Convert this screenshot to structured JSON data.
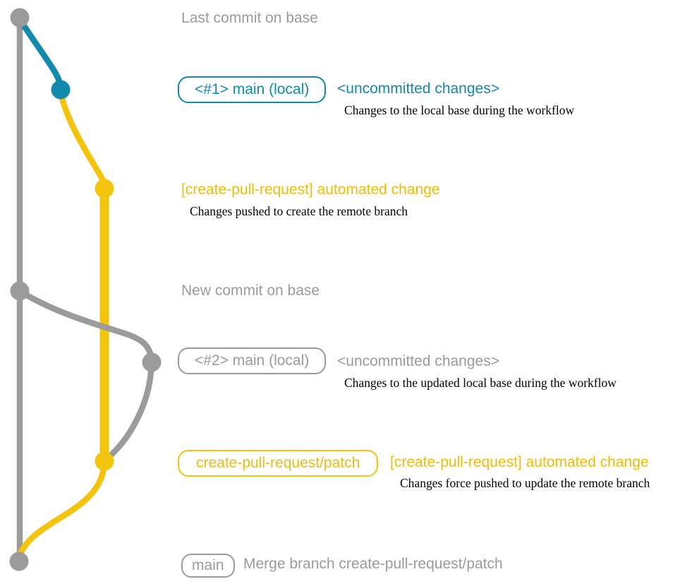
{
  "colors": {
    "gray": "#9b9b9b",
    "teal": "#1489ae",
    "yellow": "#f2c40e",
    "yellow-text": "#f0bc0c",
    "ink": "#000000"
  },
  "graph": {
    "branches": [
      {
        "name": "base",
        "color": "gray"
      },
      {
        "name": "main (local)",
        "color": "teal"
      },
      {
        "name": "create-pull-request/patch",
        "color": "yellow"
      }
    ],
    "commits": [
      {
        "id": "last-commit-on-base",
        "color": "gray"
      },
      {
        "id": "main-local-1",
        "color": "teal"
      },
      {
        "id": "automated-change-1",
        "color": "yellow"
      },
      {
        "id": "new-commit-on-base",
        "color": "gray"
      },
      {
        "id": "main-local-2",
        "color": "gray"
      },
      {
        "id": "automated-change-2",
        "color": "yellow"
      },
      {
        "id": "merge-commit",
        "color": "gray"
      }
    ]
  },
  "annotations": {
    "last_commit": {
      "label": "Last commit on base"
    },
    "row1": {
      "badge": "<#1> main (local)",
      "message": "<uncommitted changes>",
      "note": "Changes to the local base during the workflow"
    },
    "row2": {
      "message": "[create-pull-request] automated change",
      "note": "Changes pushed to create the remote branch"
    },
    "new_commit": {
      "label": "New commit on base"
    },
    "row3": {
      "badge": "<#2> main (local)",
      "message": "<uncommitted changes>",
      "note": "Changes to the updated local base during the workflow"
    },
    "row4": {
      "badge": "create-pull-request/patch",
      "message": "[create-pull-request] automated change",
      "note": "Changes force pushed to update the remote branch"
    },
    "row5": {
      "badge": "main",
      "message": "Merge branch create-pull-request/patch"
    }
  }
}
